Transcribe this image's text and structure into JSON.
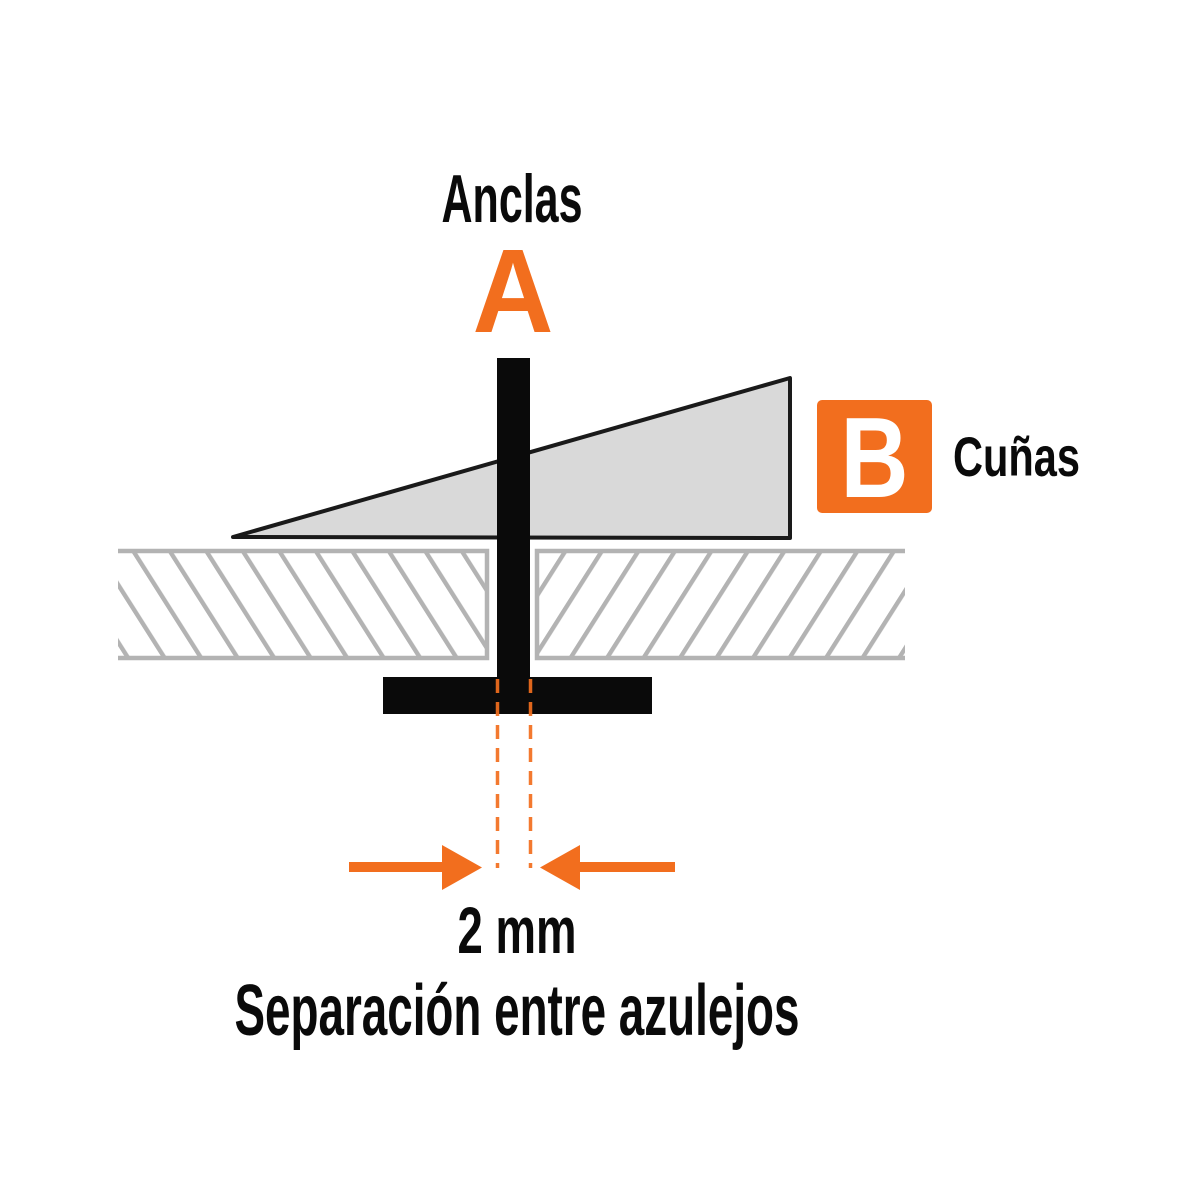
{
  "diagram": {
    "type": "tile-spacer-installation-diagram",
    "parts": [
      {
        "key": "A",
        "name": "Anclas"
      },
      {
        "key": "B",
        "name": "Cuñas"
      }
    ],
    "measurement": {
      "value": "2 mm",
      "caption": "Separación entre azulejos"
    }
  },
  "colors": {
    "accent": "#F26E1E",
    "ink": "#0A0A0A",
    "wedge_fill": "#D9D9D9",
    "wedge_stroke": "#1A1A1A",
    "tile_gray": "#B3B3B3",
    "badge_text": "#FFFFFF",
    "background": "#FFFFFF"
  }
}
